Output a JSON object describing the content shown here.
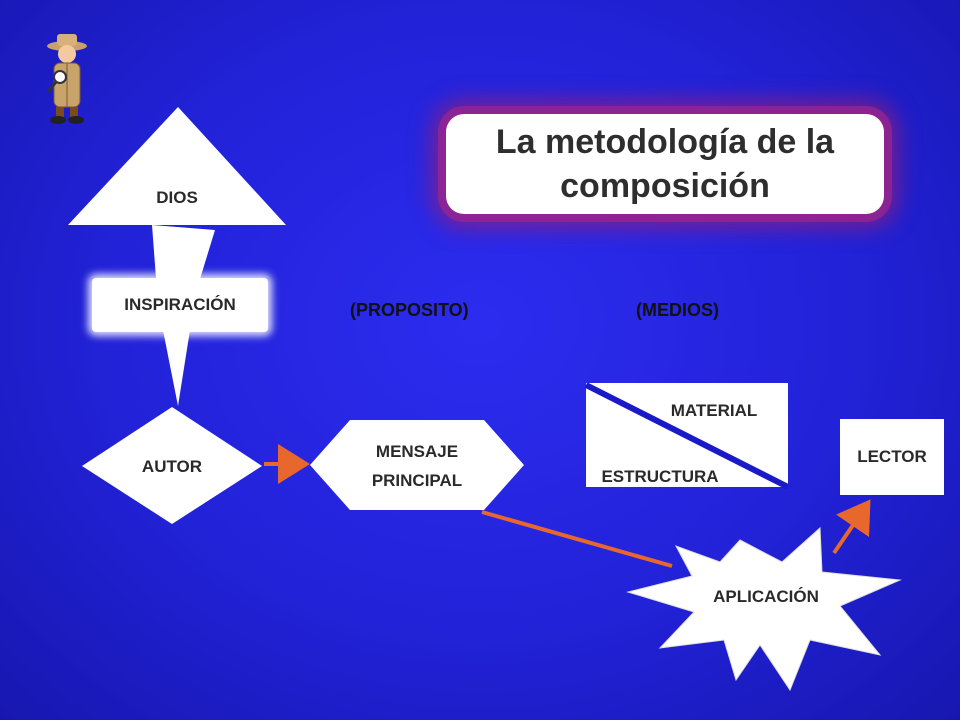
{
  "slide": {
    "title": "La metodología de la composición",
    "nodes": {
      "dios": "DIOS",
      "inspiracion": "INSPIRACIÓN",
      "autor": "AUTOR",
      "mensaje_line1": "MENSAJE",
      "mensaje_line2": "PRINCIPAL",
      "material": "MATERIAL",
      "estructura": "ESTRUCTURA",
      "lector": "LECTOR",
      "aplicacion": "APLICACIÓN"
    },
    "labels": {
      "proposito": "(PROPOSITO)",
      "medios": "(MEDIOS)"
    }
  },
  "colors": {
    "background": "#2222d8",
    "shape_fill": "#ffffff",
    "arrow": "#e8672c",
    "title_glow": "#a0287c",
    "text": "#2a2a2a"
  },
  "icons": {
    "mascot": "detective-icon"
  }
}
